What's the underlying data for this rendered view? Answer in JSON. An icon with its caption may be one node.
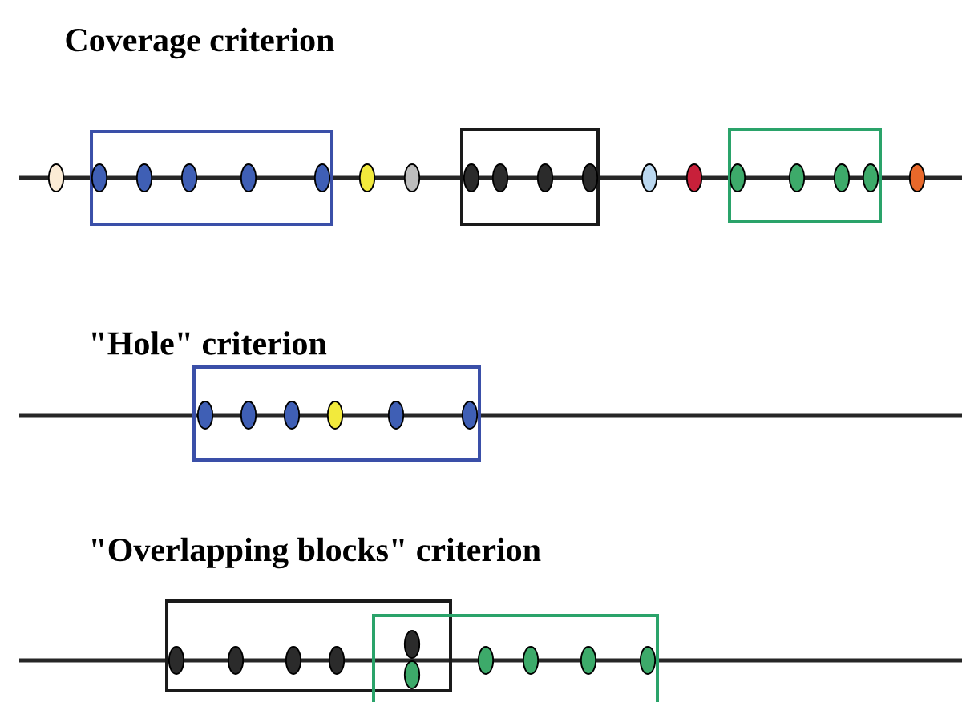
{
  "diagram": {
    "labels": [
      "Coverage criterion",
      "\"Hole\" criterion",
      "\"Overlapping blocks\" criterion"
    ]
  }
}
